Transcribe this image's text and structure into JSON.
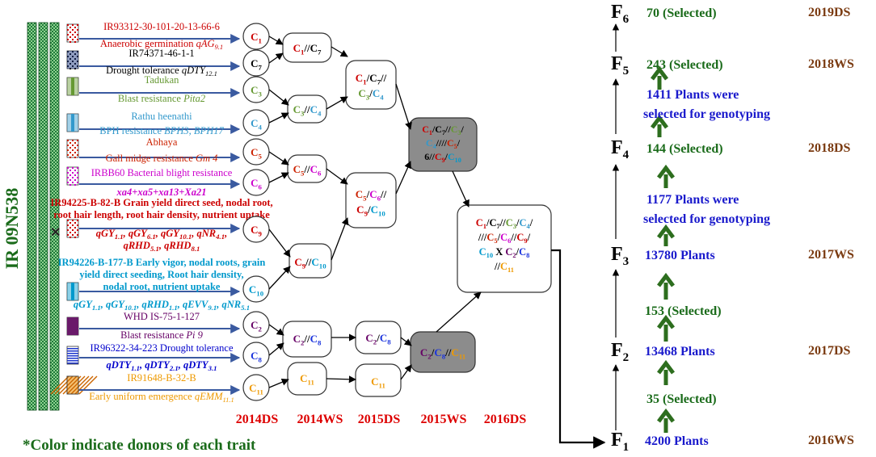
{
  "parent": "IR 09N538",
  "note": "*Color indicate donors of each trait",
  "donors": [
    {
      "name": "IR93312-30-101-20-13-66-6",
      "trait": "Anaerobic germination ",
      "genes": "qAG9.1",
      "color": "#cc0000",
      "code": "C1"
    },
    {
      "name": "IR74371-46-1-1",
      "trait": "Drought tolerance ",
      "genes": "qDTY12.1",
      "color": "#000000",
      "code": "C7"
    },
    {
      "name": "Tadukan",
      "trait": "Blast resistance ",
      "genes": "Pita2",
      "color": "#669933",
      "code": "C3"
    },
    {
      "name": "Rathu heenathi",
      "trait": "BPH resistance ",
      "genes": "BPH3, BPH17",
      "color": "#3399cc",
      "code": "C4"
    },
    {
      "name": "Abhaya",
      "trait": "Gall midge resistance ",
      "genes": "Gm 4",
      "color": "#cc2200",
      "code": "C5"
    },
    {
      "name": "IRBB60 Bacterial blight resistance",
      "trait": "",
      "genes": "xa4+xa5+xa13+Xa21",
      "color": "#cc00cc",
      "code": "C6"
    },
    {
      "name": "IR94225-B-82-B  Grain yield direct seed, nodal root,",
      "name2": "root hair length, root hair density, nutrient uptake",
      "trait": "",
      "genes": "qGY1.1, qGY6.1, qGY10.1, qNR 4.1,",
      "genes2": "qRHD5.1, qRHD8.1",
      "color": "#cc0000",
      "code": "C9"
    },
    {
      "name": "IR94226-B-177-B Early vigor, nodal roots, grain",
      "name2": "yield direct seeding, Root hair density,",
      "name3": "nodal root, nutrient uptake",
      "trait": "",
      "genes": "qGY1.1, qGY10.1, qRHD1.1, qEVV9.1, qNR5.1",
      "color": "#0099cc",
      "code": "C10"
    },
    {
      "name": "WHD IS-75-1-127",
      "trait": "Blast resistance ",
      "genes": "Pi 9",
      "color": "#660066",
      "code": "C2"
    },
    {
      "name": "IR96322-34-223 Drought tolerance",
      "trait": "",
      "genes": "qDTY1.1, qDTY2.1, qDTY3.1",
      "color": "#0000cc",
      "code": "C8"
    },
    {
      "name": "IR91648-B-32-B",
      "trait": "Early uniform emergence ",
      "genes": "qEMM11.1",
      "color": "#ee9900",
      "code": "C11"
    }
  ],
  "crosses": {
    "c1c7": "C1//C7",
    "c3c4": "C3//C4",
    "c5c6": "C5//C6",
    "c9c10": "C9//C10",
    "c2c8": "C2//C8",
    "c11": "C11",
    "c1c7c3c4": "C1/C7//C3/C4",
    "c5c6c9c10": "C5/C6//C9/C10",
    "c2c8b": "C2/C8",
    "c11b": "C11",
    "big4": "C1/C7//C3/C4///C5/C6//C9/C10",
    "c2c8c11": "C2/C8//C11",
    "final": "C1/C7//C3/C4///C5/C6//C9/C10 X C2/C8//C11"
  },
  "seasons": [
    "2014DS",
    "2014WS",
    "2015DS",
    "2015WS",
    "2016DS"
  ],
  "generations": [
    {
      "gen": "F",
      "sub": "1",
      "plants": "4200 Plants",
      "season": "2016WS"
    },
    {
      "gen": "F",
      "sub": "2",
      "plants": "13468 Plants",
      "season": "2017DS"
    },
    {
      "gen": "F",
      "sub": "3",
      "plants": "13780 Plants",
      "season": "2017WS"
    },
    {
      "gen": "F",
      "sub": "4",
      "plants": "144 (Selected)",
      "season": "2018DS"
    },
    {
      "gen": "F",
      "sub": "5",
      "plants": "243 (Selected)",
      "season": "2018WS"
    },
    {
      "gen": "F",
      "sub": "6",
      "plants": "70 (Selected)",
      "season": "2019DS"
    }
  ],
  "selections": {
    "f1f2": "35 (Selected)",
    "f2f3": "153 (Selected)",
    "f3f4_line1": "1177 Plants were",
    "f3f4_line2": "selected for genotyping",
    "f4f5_line1": "1411 Plants were",
    "f4f5_line2": "selected for genotyping"
  },
  "colors": {
    "green": "#1a6b1a",
    "blue": "#1a1acc",
    "brown": "#7a3a10",
    "red": "#dd0000",
    "arrow_green": "#2d6e1e",
    "gray_box": "#8c8c8c"
  }
}
